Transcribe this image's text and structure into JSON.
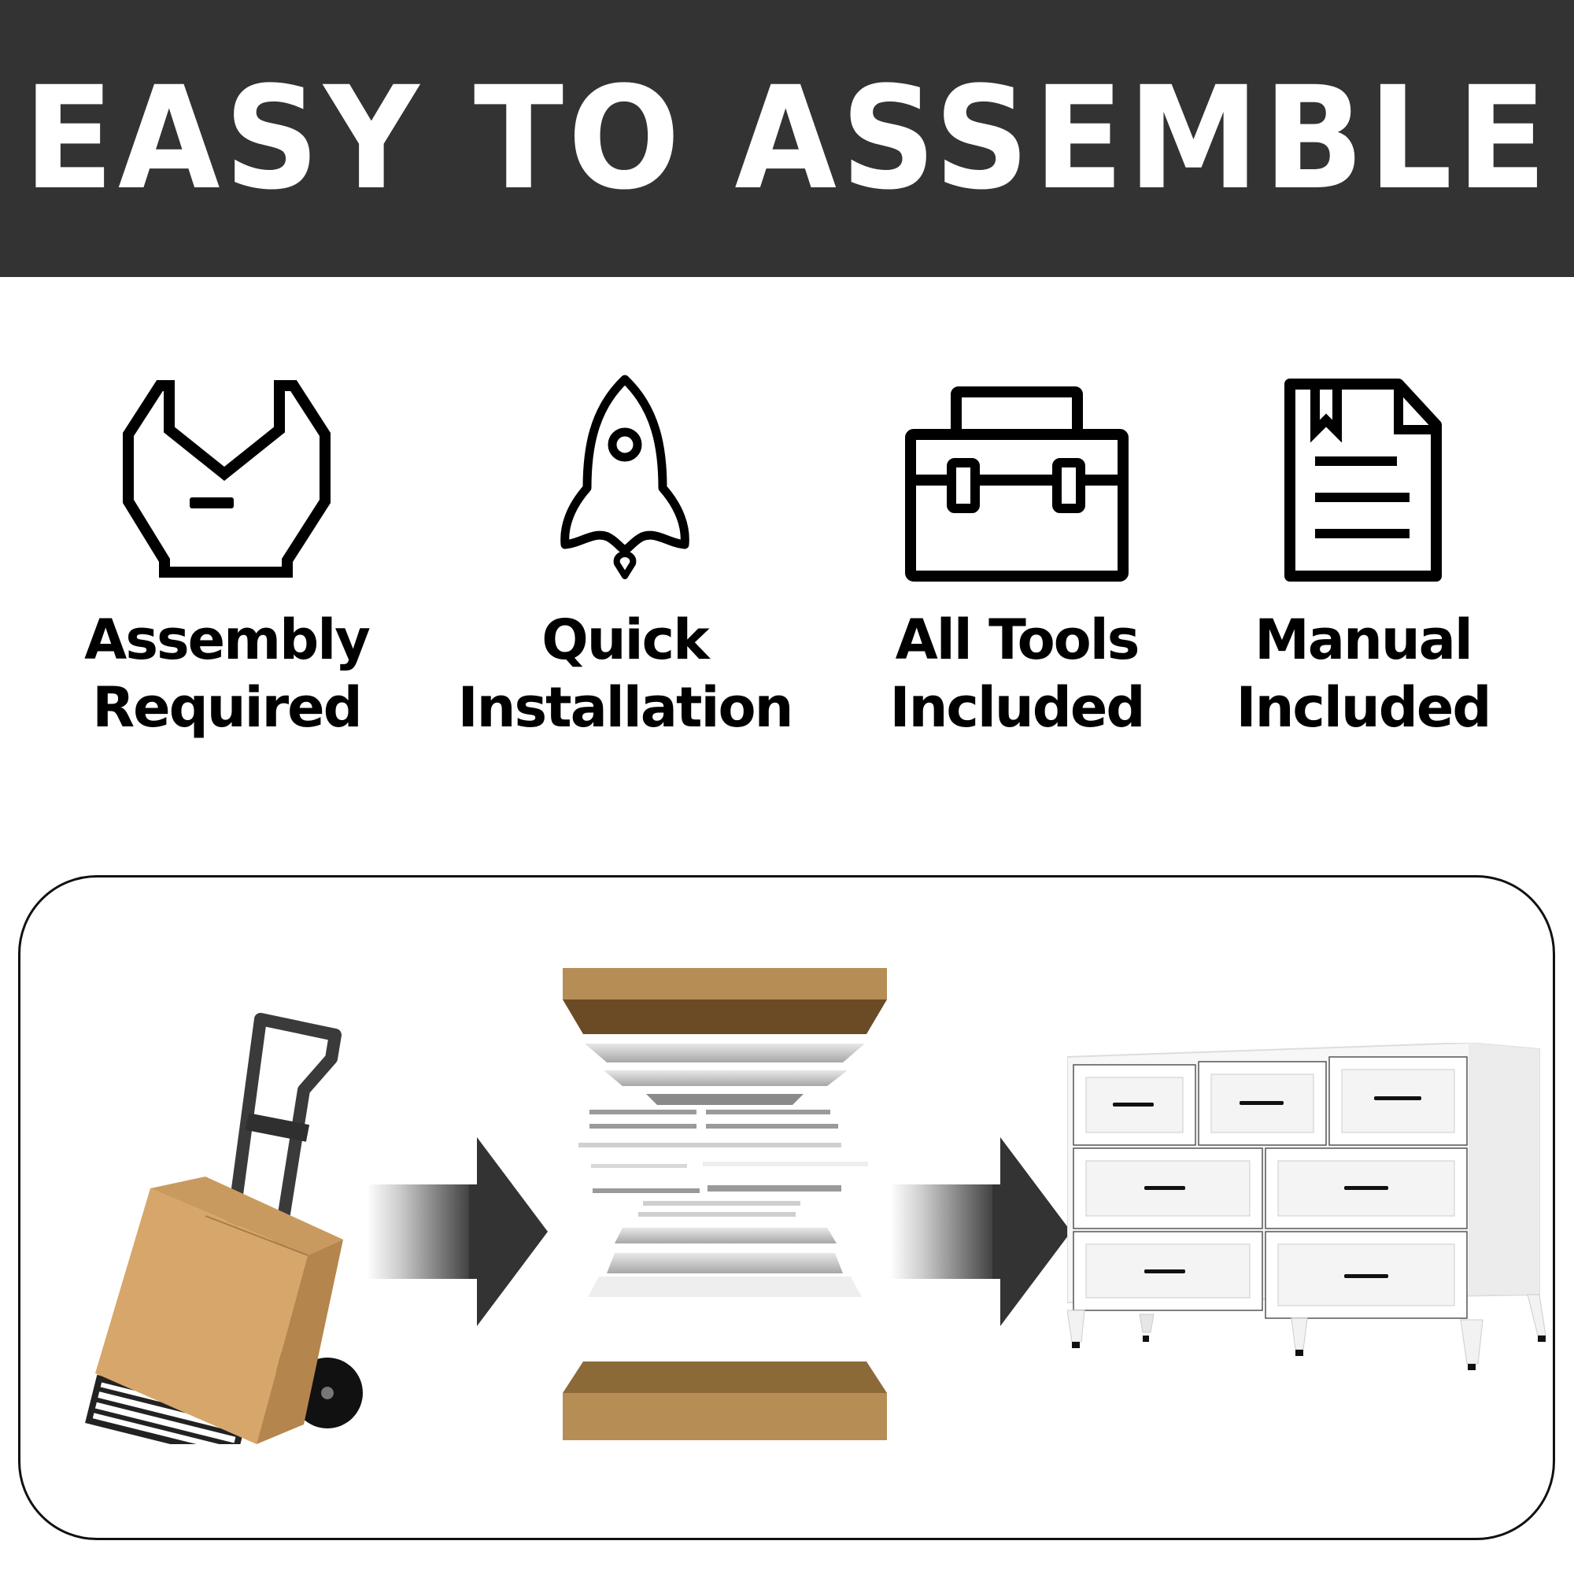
{
  "header": {
    "title": "EASY TO ASSEMBLE",
    "background": "#333333",
    "text_color": "#ffffff"
  },
  "features": [
    {
      "icon": "wrench-icon",
      "line1": "Assembly",
      "line2": "Required"
    },
    {
      "icon": "rocket-icon",
      "line1": "Quick",
      "line2": "Installation"
    },
    {
      "icon": "toolbox-icon",
      "line1": "All Tools",
      "line2": "Included"
    },
    {
      "icon": "manual-document-icon",
      "line1": "Manual",
      "line2": "Included"
    }
  ],
  "process": {
    "steps": [
      {
        "name": "hand-truck-with-box",
        "description": "Packaged box on hand truck"
      },
      {
        "name": "exploded-parts",
        "description": "Unboxed dresser parts"
      },
      {
        "name": "assembled-dresser",
        "description": "Assembled white 7-drawer dresser"
      }
    ],
    "arrow_color": "#333333",
    "cardboard_color": "#b68e55"
  }
}
